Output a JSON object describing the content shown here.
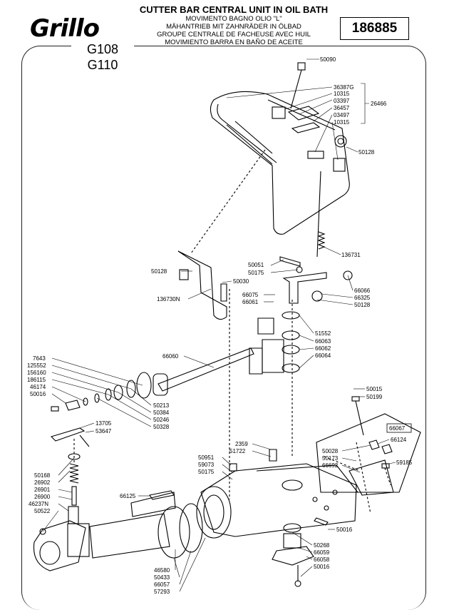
{
  "brand": "Grillo",
  "header": {
    "title": "CUTTER BAR CENTRAL UNIT IN OIL BATH",
    "lines": [
      "MOVIMENTO BAGNO OLIO \"L\"",
      "MÄHANTRIEB MIT ZAHNRÄDER IN ÖLBAD",
      "GROUPE CENTRALE DE FACHEUSE AVEC HUIL",
      "MOVIMIENTO BARRA EN BAÑO DE ACEITE"
    ],
    "ref_number": "186885"
  },
  "models": [
    "G108",
    "G110"
  ],
  "labels": [
    "50090",
    "36387G",
    "10315",
    "03397",
    "36457",
    "03497",
    "10315",
    "26466",
    "50128",
    "136731",
    "50051",
    "50175",
    "66066",
    "66325",
    "50128",
    "50128",
    "50030",
    "136730N",
    "66075",
    "66061",
    "51552",
    "66063",
    "66062",
    "66064",
    "66060",
    "7643",
    "125552",
    "156160",
    "186115",
    "46174",
    "50016",
    "50213",
    "50384",
    "50246",
    "50328",
    "13705",
    "53647",
    "50015",
    "50199",
    "66067",
    "66124",
    "50028",
    "50173",
    "66692",
    "59185",
    "2359",
    "51722",
    "50951",
    "59073",
    "50175",
    "50168",
    "26902",
    "26901",
    "26900",
    "46237N",
    "50522",
    "66125",
    "50016",
    "50268",
    "66059",
    "66058",
    "50016",
    "46580",
    "50433",
    "66057",
    "57293"
  ]
}
